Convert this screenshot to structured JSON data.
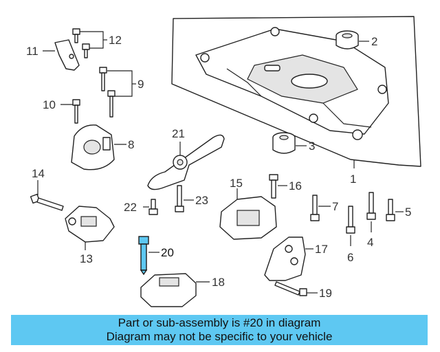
{
  "callouts": [
    "1",
    "2",
    "3",
    "4",
    "5",
    "6",
    "7",
    "8",
    "9",
    "10",
    "11",
    "12",
    "13",
    "14",
    "15",
    "16",
    "17",
    "18",
    "19",
    "20",
    "21",
    "22",
    "23"
  ],
  "highlighted_part": "20",
  "colors": {
    "highlight": "#5ec8f2",
    "caption_bg": "#5ec8f2",
    "line": "#222222"
  },
  "caption": {
    "line1": "Part or sub-assembly is #20 in diagram",
    "line2": "Diagram may not be specific to your vehicle"
  }
}
